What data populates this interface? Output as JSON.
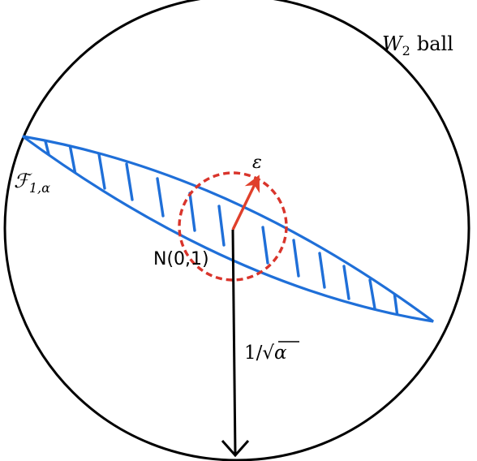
{
  "labels": {
    "ball_name": "W",
    "ball_sub": "2",
    "ball_word": "ball",
    "set_name": "ℱ",
    "set_sub": "1,α",
    "center": "N(0,1)",
    "epsilon": "ε",
    "radius_prefix": "1/",
    "radius_sqrt": "√",
    "radius_var": "α"
  },
  "colors": {
    "outline": "#000000",
    "set_fill": "#1f6fd8",
    "epsilon_ball": "#d9342b",
    "epsilon_arrow": "#e0402b",
    "radius_arrow": "#000000"
  }
}
